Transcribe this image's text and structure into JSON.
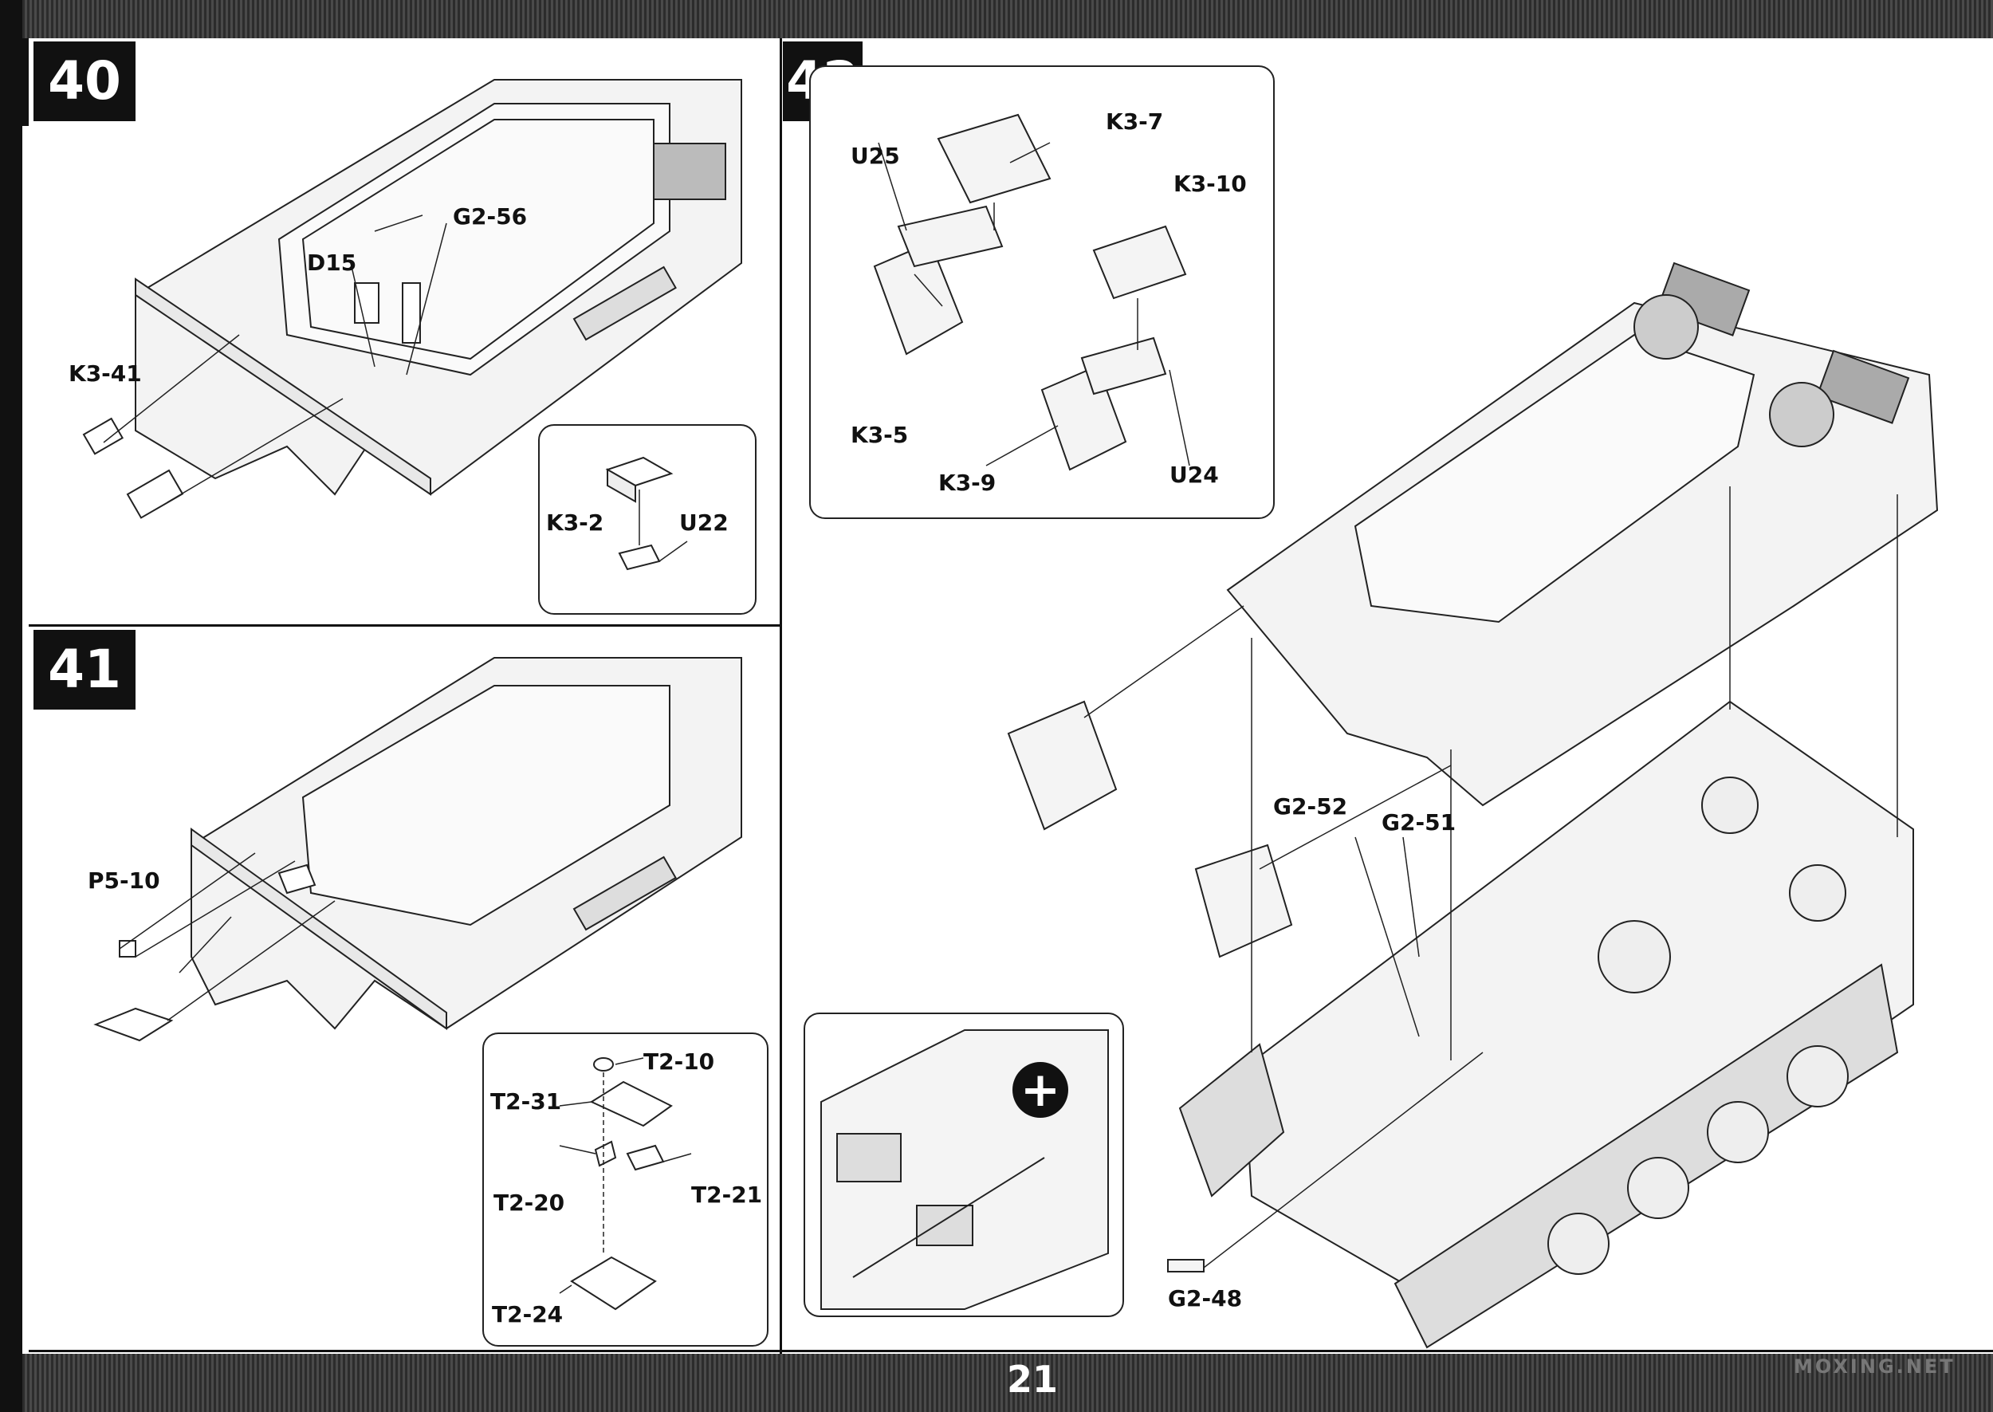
{
  "page_number": "21",
  "watermark": "MOXING.NET",
  "steps": [
    {
      "number": "40",
      "labels": [
        "G2-56",
        "D15",
        "K3-41"
      ],
      "inset_labels": [
        "K3-2",
        "U22"
      ]
    },
    {
      "number": "41",
      "labels": [
        "P5-10"
      ],
      "inset_labels": [
        "T2-10",
        "T2-31",
        "T2-20",
        "T2-21",
        "T2-24"
      ]
    },
    {
      "number": "42",
      "inset_labels": [
        "K3-7",
        "U25",
        "K3-10",
        "K3-5",
        "K3-9",
        "U24"
      ],
      "labels": [
        "G2-52",
        "G2-51",
        "G2-48"
      ],
      "zoom_icon": "magnify-plus-icon"
    }
  ]
}
